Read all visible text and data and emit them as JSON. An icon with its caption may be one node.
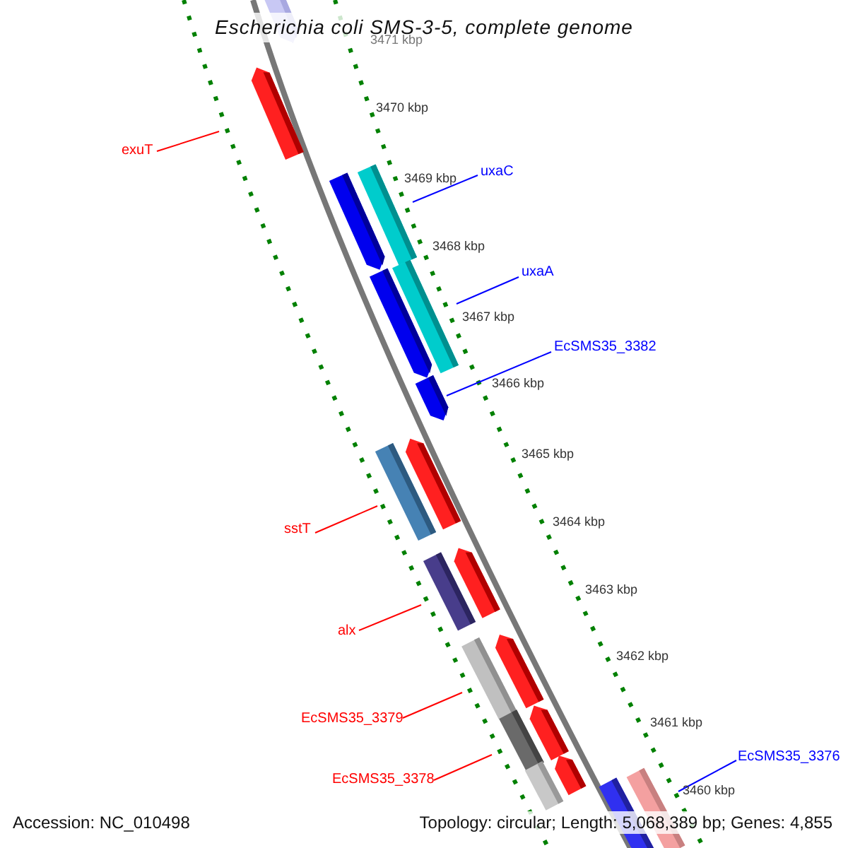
{
  "diagram": {
    "title": "Escherichia coli SMS-3-5, complete genome",
    "nodes": [
      {
        "text": [],
        "shape": "bar"
      },
      {
        "text": [
          "exuT"
        ]
      },
      {
        "text": [],
        "shape": "bar"
      },
      {
        "text": [
          "uxaC"
        ]
      },
      {
        "text": [],
        "shape": "bar"
      },
      {
        "text": [],
        "shape": "bar"
      },
      {
        "text": [
          "uxaA"
        ]
      },
      {
        "text": [],
        "shape": "bar"
      },
      {
        "text": [],
        "shape": "bar"
      },
      {
        "text": [
          "EcSMS35_3382"
        ]
      },
      {
        "text": [],
        "shape": "bar"
      },
      {
        "text": [
          "sstT"
        ]
      },
      {
        "text": [],
        "shape": "bar"
      },
      {
        "text": [],
        "shape": "bar"
      },
      {
        "text": [
          "alx"
        ]
      },
      {
        "text": [],
        "shape": "bar"
      },
      {
        "text": [],
        "shape": "bar"
      },
      {
        "text": [
          "EcSMS35_3379"
        ]
      },
      {
        "text": [],
        "shape": "bar"
      },
      {
        "text": [],
        "shape": "bar"
      },
      {
        "text": [
          "EcSMS35_3378"
        ]
      },
      {
        "text": [],
        "shape": "bar"
      },
      {
        "text": [],
        "shape": "bar"
      },
      {
        "text": [],
        "shape": "bar"
      },
      {
        "text": [],
        "shape": "bar"
      },
      {
        "text": [
          "EcSMS35_3376"
        ]
      },
      {
        "text": [],
        "shape": "bar"
      },
      {
        "text": [],
        "shape": "bar"
      }
    ],
    "edges": [
      {
        "from": 1,
        "to": 2,
        "arrow": "none"
      },
      {
        "from": 3,
        "to": 5,
        "arrow": "none",
        "color": "#0000ff"
      },
      {
        "from": 6,
        "to": 8,
        "arrow": "none",
        "color": "#0000ff"
      },
      {
        "from": 9,
        "to": 10,
        "arrow": "none",
        "color": "#0000ff"
      },
      {
        "from": 11,
        "to": 12,
        "arrow": "none"
      },
      {
        "from": 14,
        "to": 15,
        "arrow": "none"
      },
      {
        "from": 17,
        "to": 18,
        "arrow": "none"
      },
      {
        "from": 20,
        "to": 21,
        "arrow": "none"
      },
      {
        "from": 25,
        "to": 27,
        "arrow": "none",
        "color": "#0000ff"
      }
    ],
    "labels": [
      "3471 kbp",
      "3470 kbp",
      "3469 kbp",
      "3468 kbp",
      "3467 kbp",
      "3466 kbp",
      "3465 kbp",
      "3464 kbp",
      "3463 kbp",
      "3462 kbp",
      "3461 kbp",
      "3460 kbp",
      "Accession: NC_010498",
      "Topology: circular; Length: 5,068,389 bp; Genes: 4,855"
    ]
  }
}
